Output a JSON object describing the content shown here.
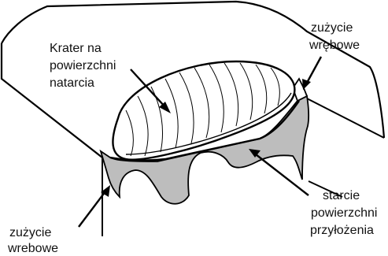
{
  "labels": {
    "crater_line1": "Krater na",
    "crater_line2": "powierzchni",
    "crater_line3": "natarcia",
    "notch_top_line1": "zużycie",
    "notch_top_line2": "wrębowe",
    "flank_line1": "starcie",
    "flank_line2": "powierzchni",
    "flank_line3": "przyłożenia",
    "notch_bottom_line1": "zużycie",
    "notch_bottom_line2": "wrebowe"
  },
  "colors": {
    "outline": "#000000",
    "wear_fill": "#bdbdbd",
    "background": "#ffffff"
  }
}
